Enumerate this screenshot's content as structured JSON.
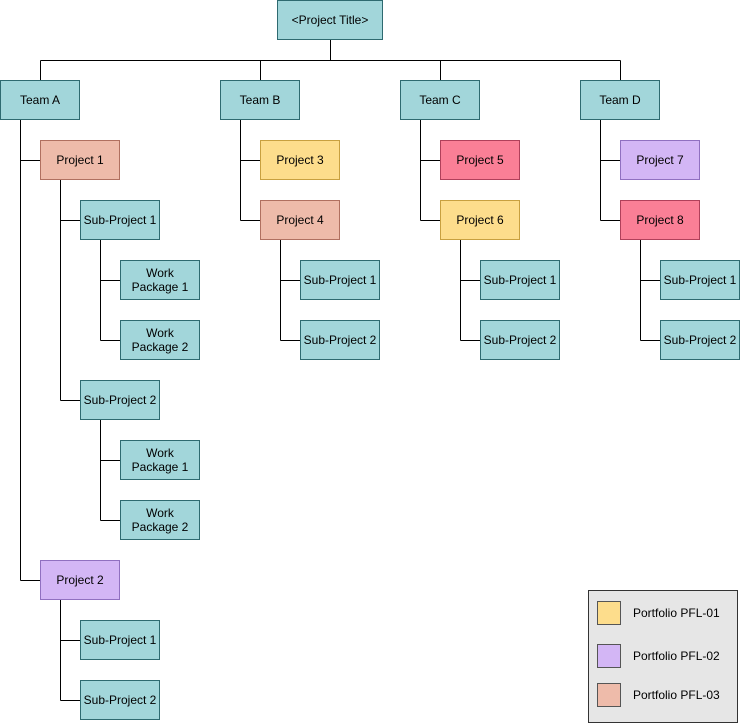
{
  "nodes": {
    "title": "<Project Title>",
    "team_a": "Team A",
    "team_b": "Team B",
    "team_c": "Team C",
    "team_d": "Team D",
    "a_project1": "Project 1",
    "a_p1_sub1": "Sub-Project 1",
    "a_p1_sub1_wp1": "Work\nPackage 1",
    "a_p1_sub1_wp2": "Work\nPackage 2",
    "a_p1_sub2": "Sub-Project 2",
    "a_p1_sub2_wp1": "Work\nPackage 1",
    "a_p1_sub2_wp2": "Work\nPackage 2",
    "a_project2": "Project 2",
    "a_p2_sub1": "Sub-Project 1",
    "a_p2_sub2": "Sub-Project 2",
    "b_project3": "Project 3",
    "b_project4": "Project 4",
    "b_p4_sub1": "Sub-Project 1",
    "b_p4_sub2": "Sub-Project 2",
    "c_project5": "Project 5",
    "c_project6": "Project 6",
    "c_p6_sub1": "Sub-Project 1",
    "c_p6_sub2": "Sub-Project 2",
    "d_project7": "Project 7",
    "d_project8": "Project 8",
    "d_p8_sub1": "Sub-Project 1",
    "d_p8_sub2": "Sub-Project 2"
  },
  "legend": [
    {
      "label": "Portfolio PFL-01",
      "color": "#fddd8c"
    },
    {
      "label": "Portfolio PFL-02",
      "color": "#d3b6f5"
    },
    {
      "label": "Portfolio PFL-03",
      "color": "#eebbaa"
    }
  ],
  "colors": {
    "default": "#a2d6da",
    "pfl01": "#fddd8c",
    "pfl02": "#d3b6f5",
    "pfl03": "#eebbaa",
    "unassigned": "#fa7f96"
  }
}
